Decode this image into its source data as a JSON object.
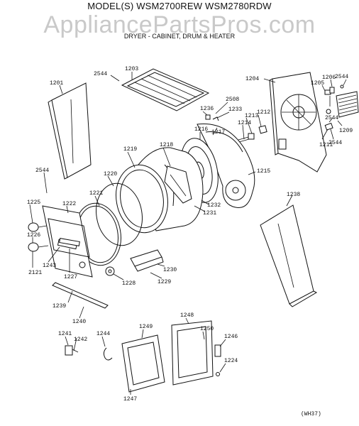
{
  "header": {
    "model_line": "MODEL(S) WSM2700REW  WSM2780RDW",
    "watermark": "AppliancePartsPros.com",
    "subtitle": "DRYER - CABINET, DRUM & HEATER"
  },
  "footer_code": "(WH37)",
  "parts": [
    {
      "id": "p2544a",
      "number": "2544"
    },
    {
      "id": "p1203",
      "number": "1203"
    },
    {
      "id": "p1201",
      "number": "1201"
    },
    {
      "id": "p1204",
      "number": "1204"
    },
    {
      "id": "p1205",
      "number": "1205"
    },
    {
      "id": "p1206",
      "number": "1206"
    },
    {
      "id": "p2544b",
      "number": "2544"
    },
    {
      "id": "p2508",
      "number": "2508"
    },
    {
      "id": "p1236",
      "number": "1236"
    },
    {
      "id": "p1233",
      "number": "1233"
    },
    {
      "id": "p1213",
      "number": "1213"
    },
    {
      "id": "p1212",
      "number": "1212"
    },
    {
      "id": "p2544c",
      "number": "2544"
    },
    {
      "id": "p1209",
      "number": "1209"
    },
    {
      "id": "p1217",
      "number": "1217"
    },
    {
      "id": "p1216",
      "number": "1216"
    },
    {
      "id": "p1214",
      "number": "1214"
    },
    {
      "id": "p1211",
      "number": "1211"
    },
    {
      "id": "p2544d",
      "number": "2544"
    },
    {
      "id": "p1218",
      "number": "1218"
    },
    {
      "id": "p1219",
      "number": "1219"
    },
    {
      "id": "p1215",
      "number": "1215"
    },
    {
      "id": "p2544e",
      "number": "2544"
    },
    {
      "id": "p1220",
      "number": "1220"
    },
    {
      "id": "p1221",
      "number": "1221"
    },
    {
      "id": "p1232",
      "number": "1232"
    },
    {
      "id": "p1231",
      "number": "1231"
    },
    {
      "id": "p1238",
      "number": "1238"
    },
    {
      "id": "p1225",
      "number": "1225"
    },
    {
      "id": "p1222",
      "number": "1222"
    },
    {
      "id": "p1226",
      "number": "1226"
    },
    {
      "id": "p2121",
      "number": "2121"
    },
    {
      "id": "p1243",
      "number": "1243"
    },
    {
      "id": "p1227",
      "number": "1227"
    },
    {
      "id": "p1230",
      "number": "1230"
    },
    {
      "id": "p1228",
      "number": "1228"
    },
    {
      "id": "p1229",
      "number": "1229"
    },
    {
      "id": "p1239",
      "number": "1239"
    },
    {
      "id": "p1240",
      "number": "1240"
    },
    {
      "id": "p1248",
      "number": "1248"
    },
    {
      "id": "p1241",
      "number": "1241"
    },
    {
      "id": "p1244",
      "number": "1244"
    },
    {
      "id": "p1249",
      "number": "1249"
    },
    {
      "id": "p1250",
      "number": "1250"
    },
    {
      "id": "p1246",
      "number": "1246"
    },
    {
      "id": "p1242",
      "number": "1242"
    },
    {
      "id": "p1224",
      "number": "1224"
    },
    {
      "id": "p1247",
      "number": "1247"
    }
  ]
}
